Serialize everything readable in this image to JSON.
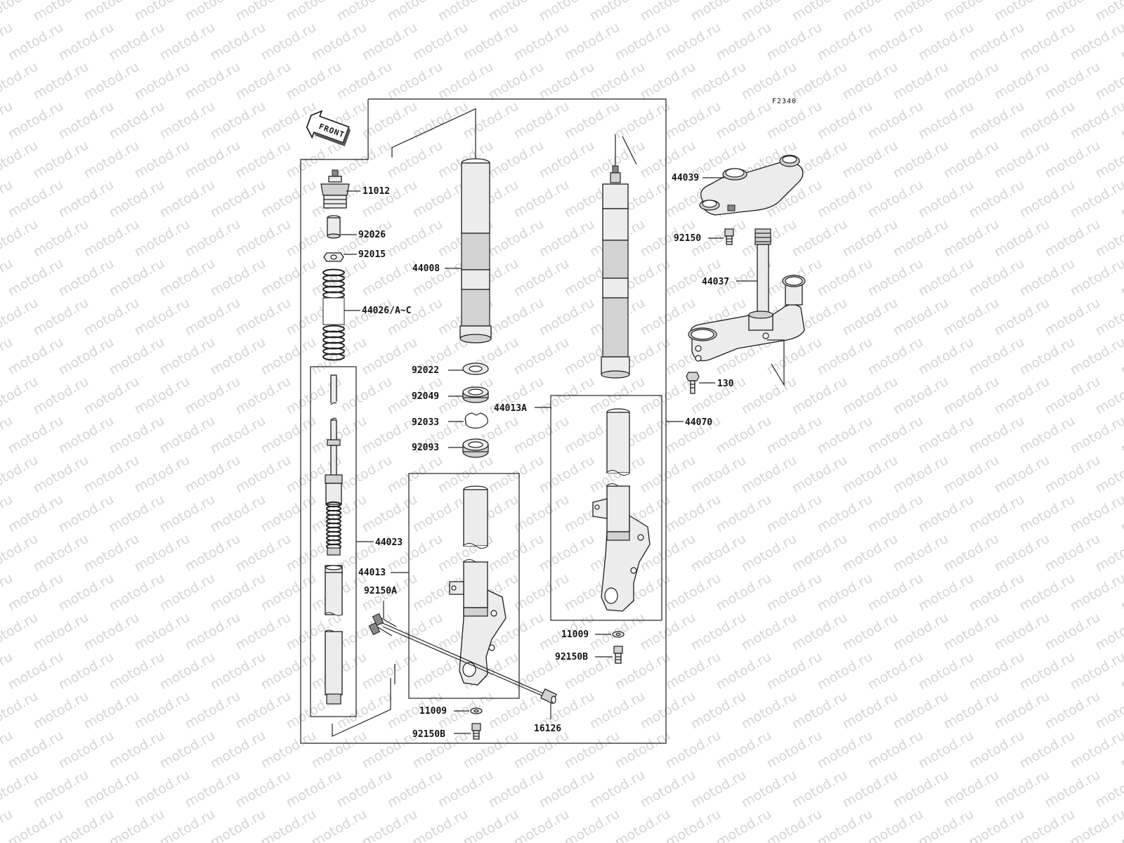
{
  "diagram_code": "F2340",
  "front_label": "FRONT",
  "watermark_text": "motod.ru",
  "colors": {
    "line": "#222222",
    "part_fill": "#ececec",
    "watermark": "#d4d4d4"
  },
  "labels": {
    "p11012": "11012",
    "p92026": "92026",
    "p92015": "92015",
    "p44026": "44026/A~C",
    "p44008": "44008",
    "p92022": "92022",
    "p92049": "92049",
    "p92033": "92033",
    "p92093": "92093",
    "p44013A": "44013A",
    "p44070": "44070",
    "p44023": "44023",
    "p44013": "44013",
    "p92150A": "92150A",
    "p11009_right": "11009",
    "p92150B_right": "92150B",
    "p11009_bottom": "11009",
    "p92150B_bottom": "92150B",
    "p16126": "16126",
    "p44039": "44039",
    "p92150": "92150",
    "p44037": "44037",
    "p130": "130"
  }
}
